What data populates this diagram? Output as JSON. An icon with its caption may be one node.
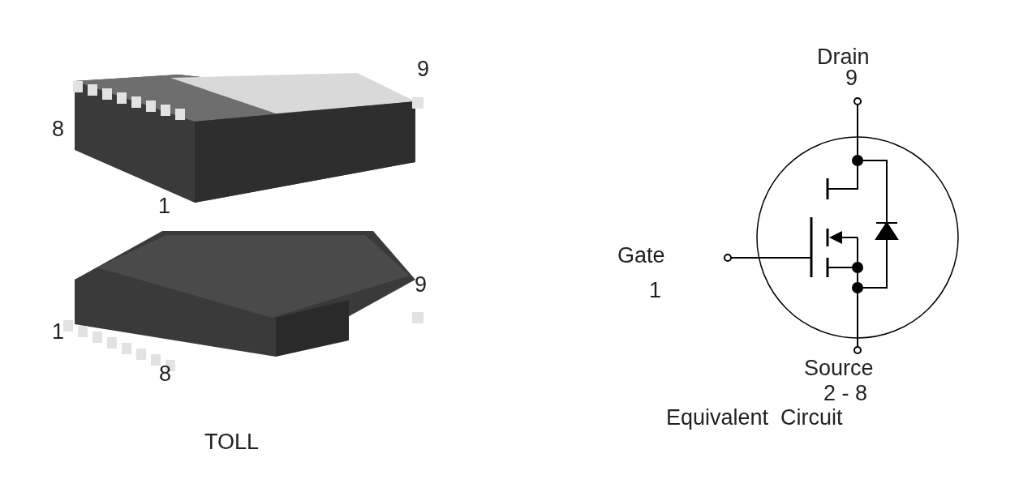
{
  "diagram": {
    "labels": [
      "9",
      "8",
      "1",
      "9",
      "1",
      "8",
      "TOLL",
      "Drain",
      "9",
      "Gate",
      "1",
      "Source",
      "2 - 8",
      "Equivalent  Circuit"
    ]
  }
}
